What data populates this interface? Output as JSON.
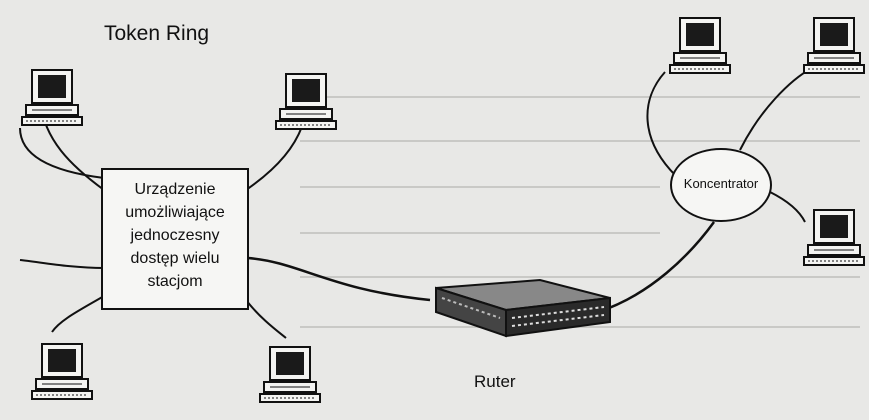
{
  "title": "Token Ring",
  "device_label": [
    "Urządzenie",
    "umożliwiające",
    "jednoczesny",
    "dostęp wielu",
    "stacjom"
  ],
  "hub_label": "Koncentrator",
  "router_label": "Ruter",
  "colors": {
    "background": "#e8e8e6",
    "ink": "#111111",
    "box_fill": "#f6f6f4",
    "screen": "#1a1a1a"
  },
  "nodes": [
    "computer-workstation",
    "computer-workstation",
    "computer-workstation",
    "computer-workstation",
    "computer-workstation",
    "computer-workstation",
    "computer-workstation"
  ]
}
